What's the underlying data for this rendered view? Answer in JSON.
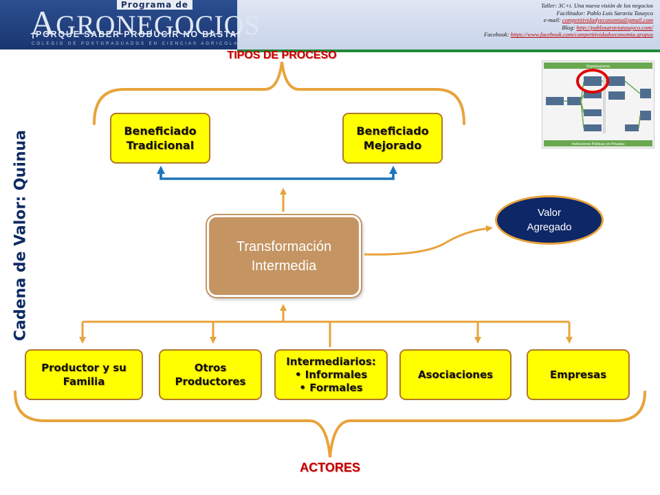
{
  "header": {
    "logo_top": "Programa de",
    "logo_a": "A",
    "logo_rest": "GRONEGOCIOS",
    "logo_slogan": "¡PORQUE SABER PRODUCIR NO BASTA!",
    "logo_college": "COLEGIO DE POSTGRADUADOS EN CIENCIAS AGRICOLAS",
    "info": {
      "line1": "Taller: 3C+i. Una nueva visión de los negocios",
      "line2": "Facilitador: Pablo Luis Saravia Tasayco",
      "email_label": "e-mail: ",
      "email": "competitividadyeconomia@gmail.com",
      "blog_label": "Blog: ",
      "blog": "http://pablosaraviatasayco.com/",
      "facebook_label": "Facebook: ",
      "facebook": "https://www.facebook.com/competitividadyeconomia.grupos"
    }
  },
  "side_title": "Cadena de Valor: Quinua",
  "process_label": "TIPOS DE PROCESO",
  "actors_label": "ACTORES",
  "process_types": [
    {
      "line1": "Beneficiado",
      "line2": "Tradicional"
    },
    {
      "line1": "Beneficiado",
      "line2": "Mejorado"
    }
  ],
  "center": {
    "line1": "Transformación",
    "line2": "Intermedia"
  },
  "value_added": {
    "line1": "Valor",
    "line2": "Agregado"
  },
  "actors": [
    {
      "line1": "Productor y su",
      "line2": "Familia"
    },
    {
      "line1": "Otros",
      "line2": "Productores"
    },
    {
      "line1": "Intermediarios:",
      "line2": "• Informales",
      "line3": "• Formales"
    },
    {
      "line1": "Asociaciones"
    },
    {
      "line1": "Empresas"
    }
  ],
  "thumbnail": {
    "title": "Organizaciones",
    "footer": "Instituciones Públicas y/o Privadas"
  },
  "colors": {
    "box_fill": "#ffff00",
    "connector": "#e8a33b",
    "blue_arrow": "#1b75bb",
    "center_fill": "#c49462",
    "ellipse_fill": "#0e2766",
    "label_red": "#c00000"
  }
}
